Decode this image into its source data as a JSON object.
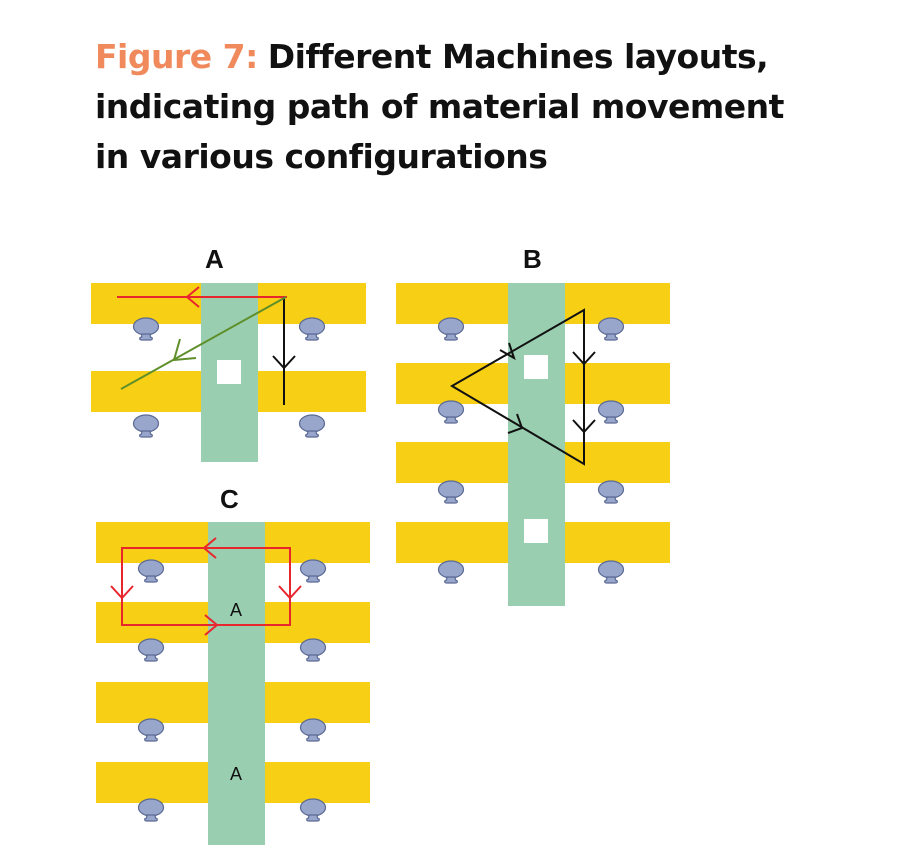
{
  "caption": {
    "figure_label": "Figure 7:",
    "title": "Different Machines layouts, indicating path of material movement in various configurations"
  },
  "colors": {
    "figure_label": "#f08a5d",
    "machine_row": "#f7cf14",
    "aisle": "#99cfb0",
    "operator": "#98a6cc",
    "path_red": "#e8262e",
    "path_green": "#5f8f2a",
    "path_black": "#111111",
    "slot": "#ffffff"
  },
  "panels": [
    {
      "id": "A",
      "label": "A",
      "cell_labels": []
    },
    {
      "id": "B",
      "label": "B",
      "cell_labels": []
    },
    {
      "id": "C",
      "label": "C",
      "cell_labels": [
        "A",
        "A"
      ]
    }
  ],
  "icons": [
    "operator-icon"
  ]
}
